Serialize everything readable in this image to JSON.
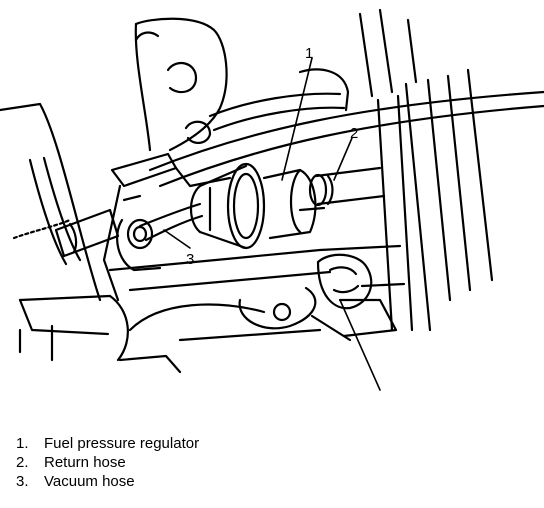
{
  "callouts": [
    {
      "number": "1"
    },
    {
      "number": "2"
    },
    {
      "number": "3"
    }
  ],
  "legend": [
    {
      "number": "1.",
      "label": "Fuel pressure regulator"
    },
    {
      "number": "2.",
      "label": "Return hose"
    },
    {
      "number": "3.",
      "label": "Vacuum hose"
    }
  ],
  "colors": {
    "ink": "#000000",
    "paper": "#ffffff"
  }
}
